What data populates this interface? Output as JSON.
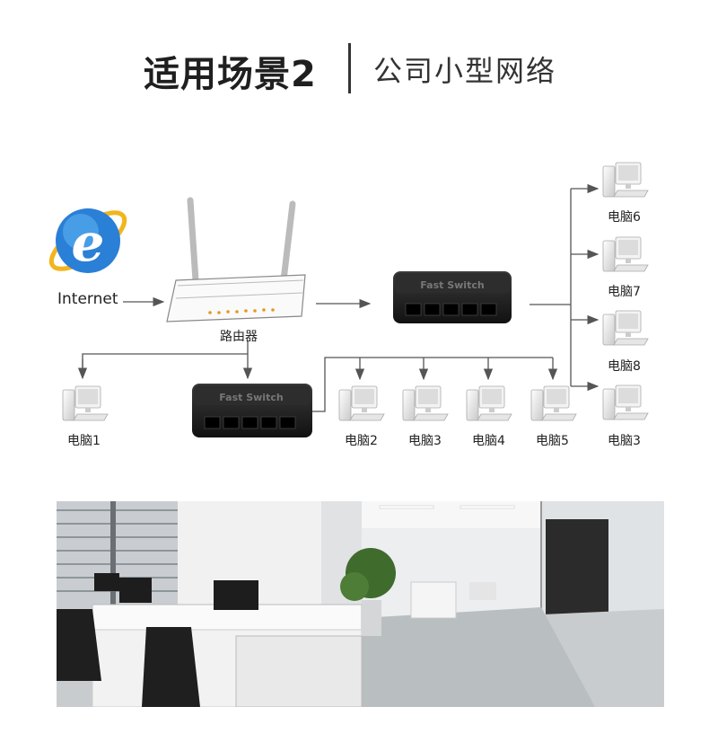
{
  "header": {
    "title": "适用场景2",
    "subtitle": "公司小型网络"
  },
  "diagram": {
    "internet_label": "Internet",
    "router_label": "路由器",
    "switch_text": "Fast Switch",
    "computers": [
      {
        "label": "电脑1"
      },
      {
        "label": "电脑2"
      },
      {
        "label": "电脑3"
      },
      {
        "label": "电脑4"
      },
      {
        "label": "电脑5"
      },
      {
        "label": "电脑6"
      },
      {
        "label": "电脑7"
      },
      {
        "label": "电脑8"
      },
      {
        "label": "电脑3"
      }
    ]
  },
  "colors": {
    "line": "#555555",
    "switch_body": "#1c1c1c",
    "ie_blue": "#2a7fd6",
    "ie_ring": "#f2b51e"
  }
}
